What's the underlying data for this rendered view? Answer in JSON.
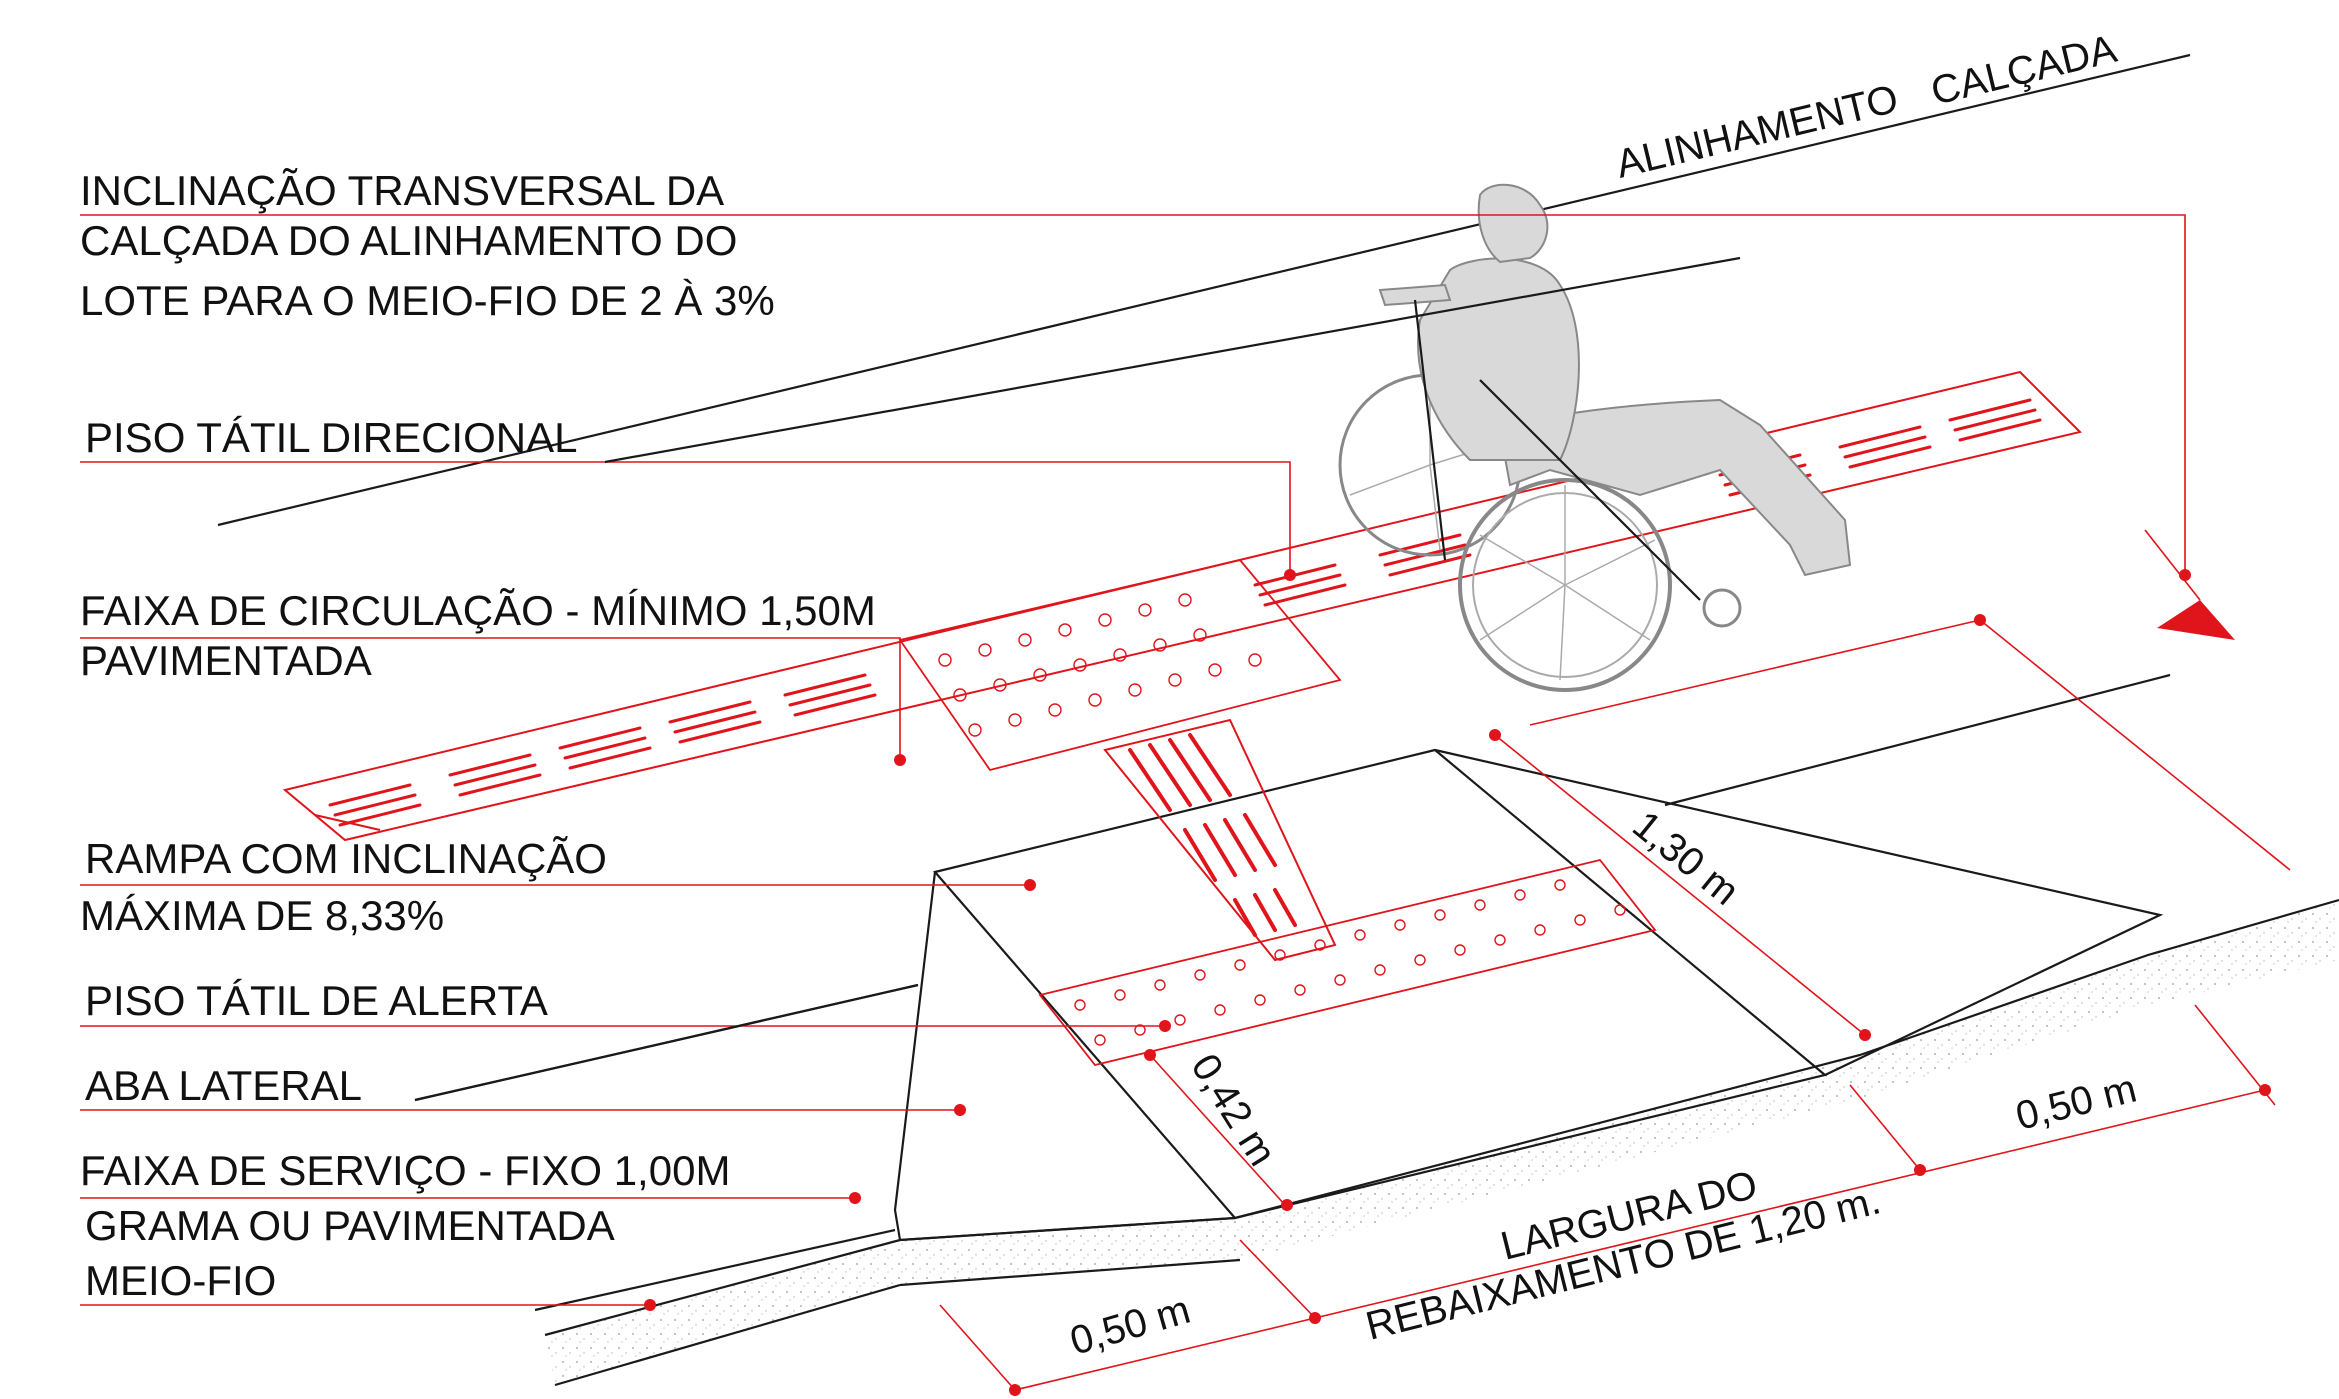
{
  "labels": {
    "inclinacao": [
      "INCLINAÇÃO TRANSVERSAL DA",
      "CALÇADA DO ALINHAMENTO DO",
      "LOTE PARA O MEIO-FIO DE 2 À 3%"
    ],
    "piso_direcional": "PISO TÁTIL DIRECIONAL",
    "faixa_circulacao": [
      "FAIXA DE CIRCULAÇÃO - MÍNIMO 1,50M",
      "PAVIMENTADA"
    ],
    "rampa": [
      "RAMPA COM INCLINAÇÃO",
      "MÁXIMA DE 8,33%"
    ],
    "piso_alerta": "PISO TÁTIL DE ALERTA",
    "aba_lateral": "ABA LATERAL",
    "faixa_servico": [
      "FAIXA DE SERVIÇO - FIXO 1,00M",
      "GRAMA OU PAVIMENTADA"
    ],
    "meio_fio": "MEIO-FIO"
  },
  "alinhamento": [
    "ALINHAMENTO",
    "CALÇADA"
  ],
  "dimensions": {
    "d130": "1,30 m",
    "d042": "0,42 m",
    "d050_right": "0,50 m",
    "d050_left": "0,50 m",
    "largura": [
      "LARGURA DO",
      "REBAIXAMENTO DE 1,20 m."
    ]
  },
  "colors": {
    "accent": "#e0141b",
    "ink": "#1a1a1a",
    "figure": "#d9d9d9"
  },
  "icons": [
    "wheelchair-user-icon",
    "arrow-down-icon"
  ]
}
